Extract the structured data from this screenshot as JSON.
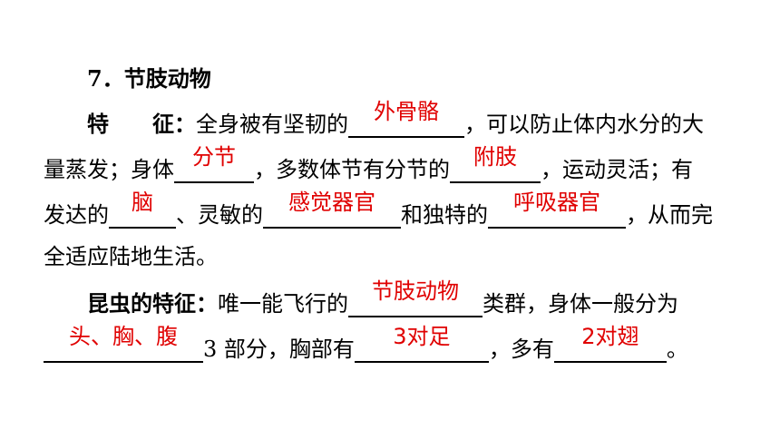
{
  "section": {
    "heading": "7．节肢动物"
  },
  "feature": {
    "label": "特　　征",
    "colon": "：",
    "t1": "全身被有坚韧的",
    "a1": "外骨骼",
    "t2": "，可以防止体内水分的大",
    "t3": "量蒸发；身体",
    "a2": "分节",
    "t4": "，多数体节有分节的",
    "a3": "附肢",
    "t5": "，运动灵活；有",
    "t6": "发达的",
    "a4": "脑",
    "t7": "、灵敏的",
    "a5": "感觉器官",
    "t8": "和独特的",
    "a6": "呼吸器官",
    "t9": "，从而完",
    "t10": "全适应陆地生活。"
  },
  "insect": {
    "label": "昆虫的特征",
    "colon": "：",
    "t1": "唯一能飞行的",
    "a1": "节肢动物",
    "t2": "类群，身体一般分为",
    "a2": "头、胸、腹",
    "t3": "3 部分，胸部有",
    "a3": "3对足",
    "t4": "，多有",
    "a4": "2对翅",
    "t5": "。"
  }
}
